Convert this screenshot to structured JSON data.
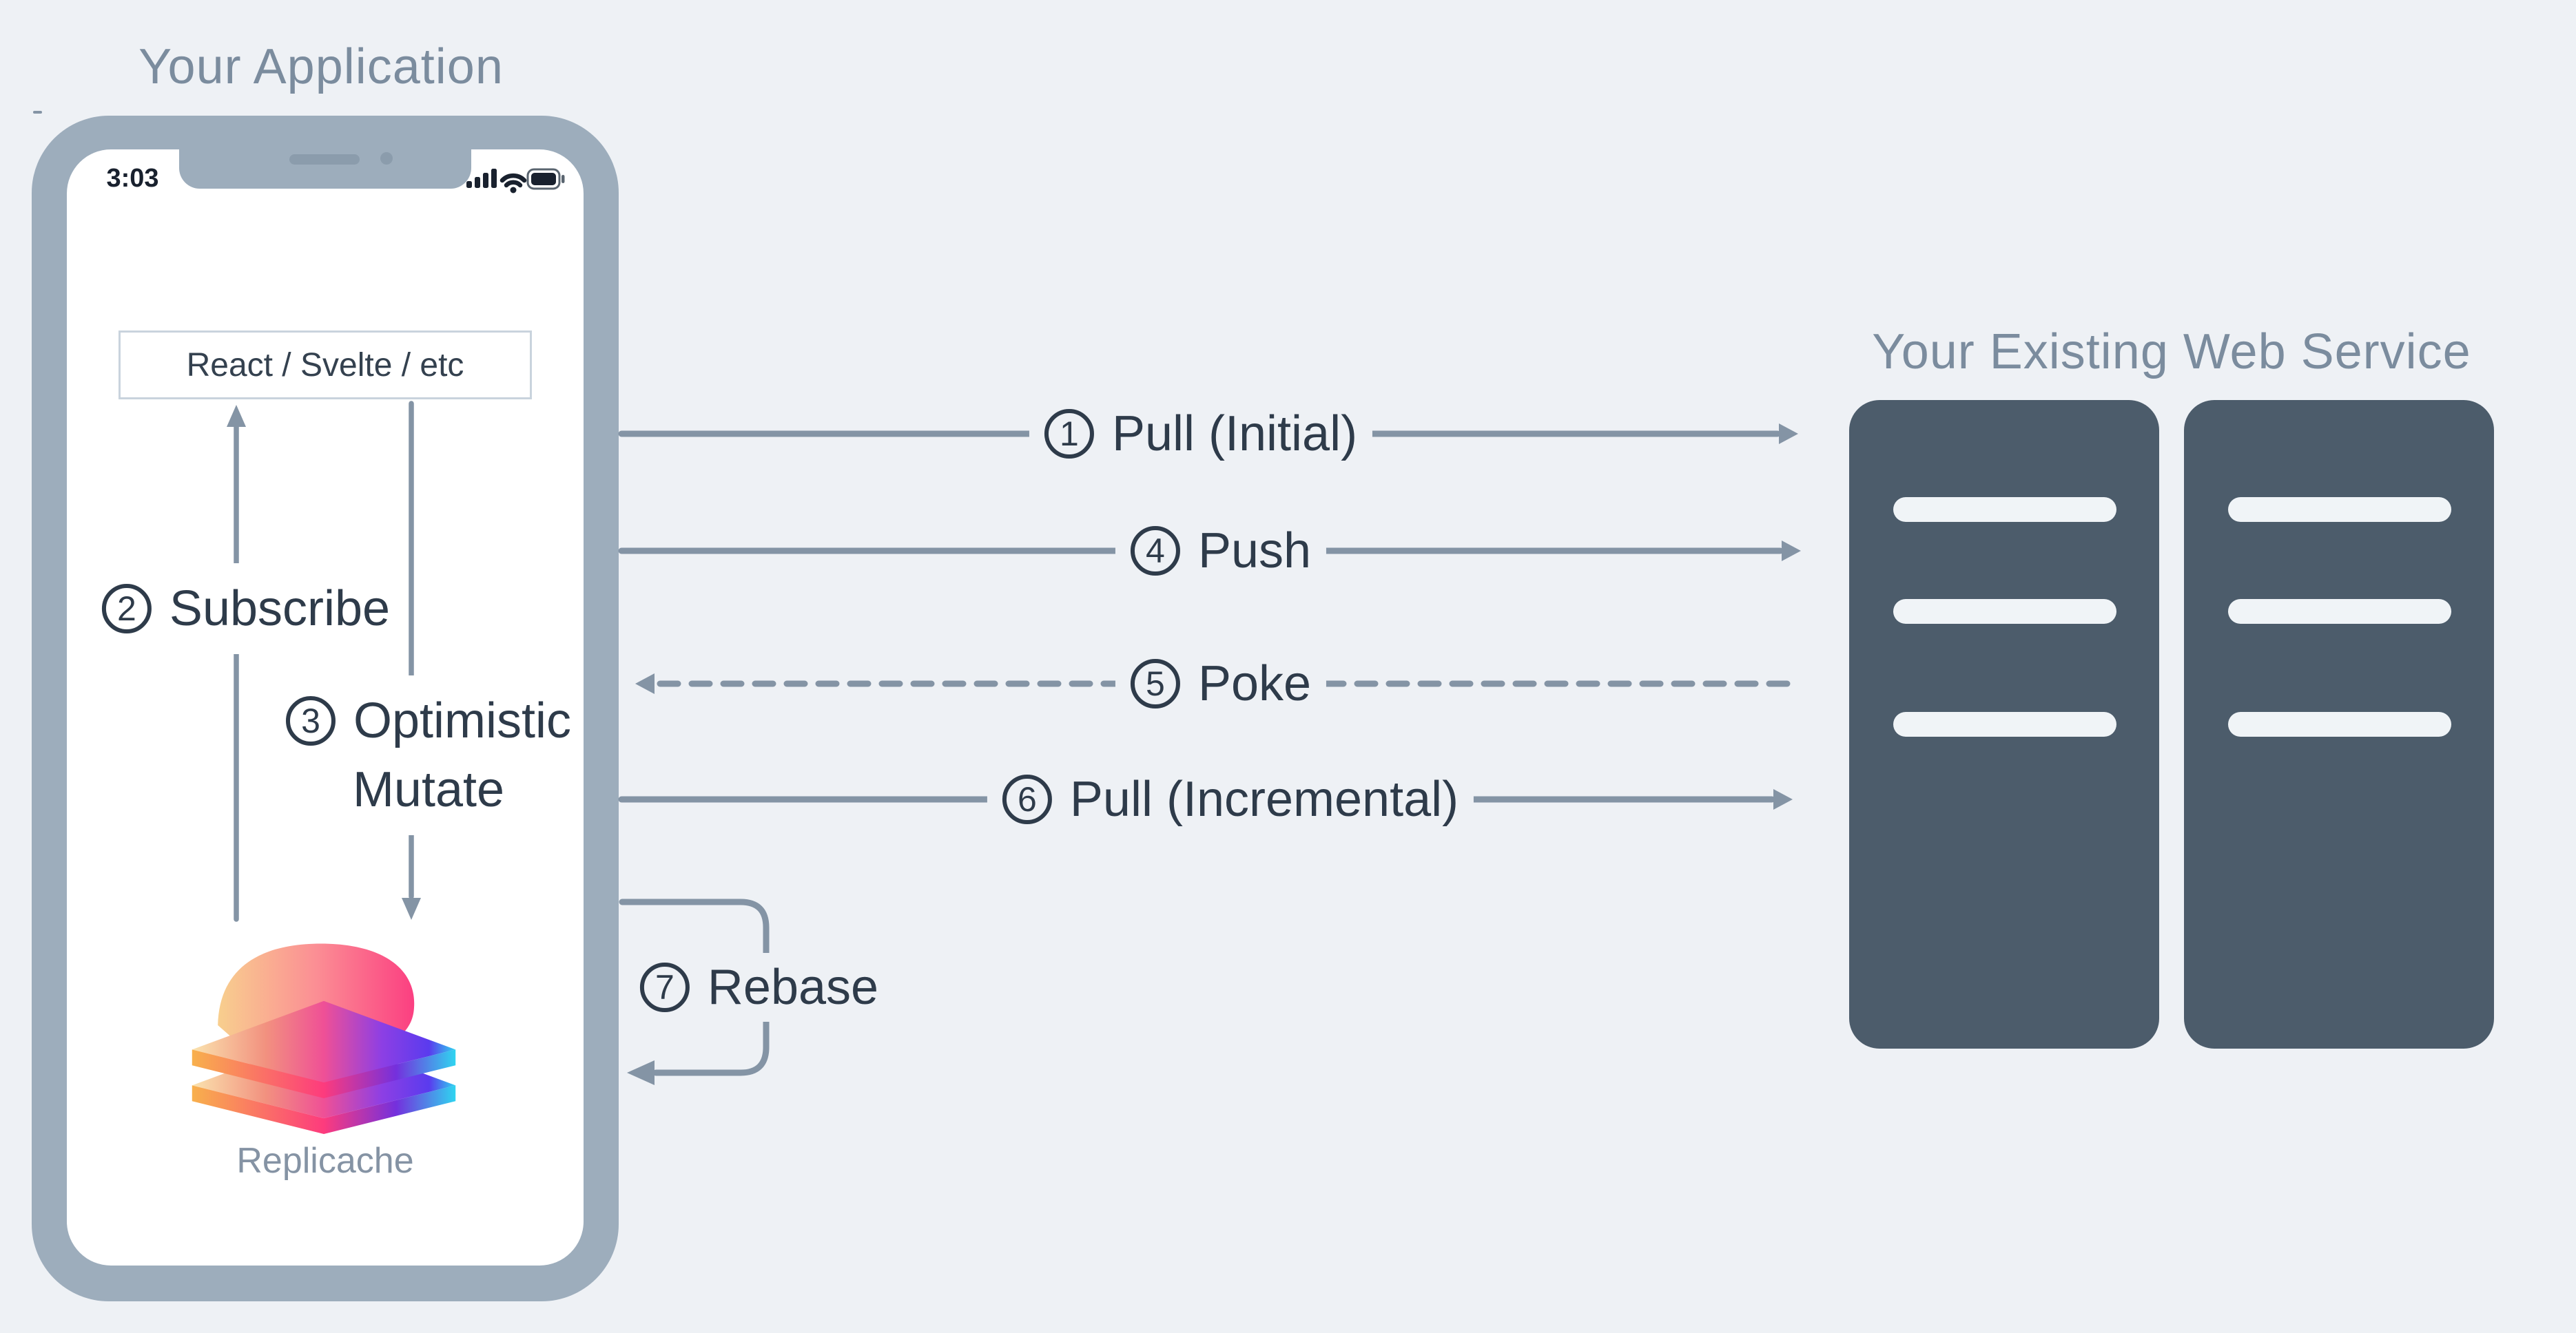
{
  "colors": {
    "background": "#eef1f5",
    "phone_frame": "#9dadbc",
    "arrow": "#8494a5",
    "label_text": "#2e3b4a",
    "muted_title_text": "#7b8c9e",
    "server": "#4c5c6b",
    "box_border": "#c9d3dd",
    "status_icon": "#19212e"
  },
  "application": {
    "title": "Your Application",
    "status_bar": {
      "time": "3:03",
      "icons": [
        "cellular-signal-icon",
        "wifi-icon",
        "battery-icon"
      ]
    },
    "framework_box": {
      "label": "React / Svelte / etc"
    },
    "logo": {
      "icon": "replicache-logo",
      "label": "Replicache"
    }
  },
  "web_service": {
    "title": "Your Existing Web Service",
    "racks": 2,
    "slots_per_rack": 3
  },
  "flows": {
    "pull_initial": {
      "num": "1",
      "label": "Pull (Initial)",
      "direction": "client-to-server",
      "style": "solid"
    },
    "subscribe": {
      "num": "2",
      "label": "Subscribe",
      "direction": "up",
      "style": "solid"
    },
    "optimistic_mutate": {
      "num": "3",
      "label_line1": "Optimistic",
      "label_line2": "Mutate",
      "direction": "down",
      "style": "solid"
    },
    "push": {
      "num": "4",
      "label": "Push",
      "direction": "client-to-server",
      "style": "solid"
    },
    "poke": {
      "num": "5",
      "label": "Poke",
      "direction": "server-to-client",
      "style": "dashed"
    },
    "pull_incremental": {
      "num": "6",
      "label": "Pull (Incremental)",
      "direction": "client-to-server",
      "style": "solid"
    },
    "rebase": {
      "num": "7",
      "label": "Rebase",
      "direction": "loop",
      "style": "solid"
    }
  }
}
